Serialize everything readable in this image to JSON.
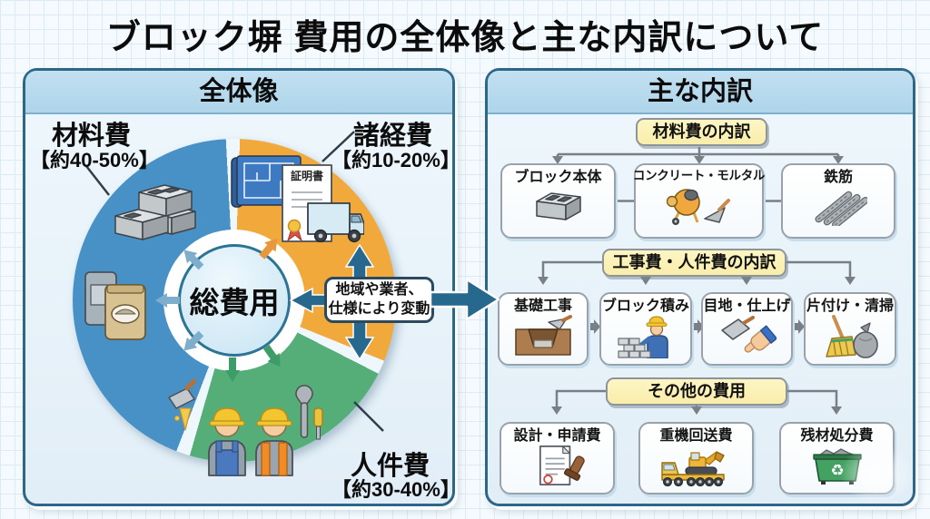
{
  "title": "ブロック塀 費用の全体像と主な内訳について",
  "overview": {
    "header": "全体像",
    "center_label": "総費用",
    "callout_line1": "地域や業者、",
    "callout_line2": "仕様により変動",
    "certificate_text": "証明書",
    "segments": [
      {
        "label": "材料費",
        "share": "【約40-50%】",
        "color": "#4791c6"
      },
      {
        "label": "諸経費",
        "share": "【約10-20%】",
        "color": "#f2a93b"
      },
      {
        "label": "人件費",
        "share": "【約30-40%】",
        "color": "#55ae77"
      }
    ]
  },
  "breakdown": {
    "header": "主な内訳",
    "groups": [
      {
        "title": "材料費の内訳",
        "items": [
          "ブロック本体",
          "コンクリート・モルタル",
          "鉄筋"
        ]
      },
      {
        "title": "工事費・人件費の内訳",
        "items": [
          "基礎工事",
          "ブロック積み",
          "目地・仕上げ",
          "片付け・清掃"
        ]
      },
      {
        "title": "その他の費用",
        "items": [
          "設計・申請費",
          "重機回送費",
          "残材処分費"
        ]
      }
    ]
  },
  "chart_data": {
    "type": "pie",
    "title": "総費用の構成（全体像）",
    "center_label": "総費用",
    "slices": [
      {
        "label": "材料費",
        "share_text": "約40-50%",
        "share_mid_pct": 45,
        "color": "#4791c6"
      },
      {
        "label": "諸経費",
        "share_text": "約10-20%",
        "share_mid_pct": 15,
        "color": "#f2a93b"
      },
      {
        "label": "人件費",
        "share_text": "約30-40%",
        "share_mid_pct": 35,
        "color": "#55ae77"
      }
    ],
    "note": "地域や業者、仕様により変動"
  },
  "colors": {
    "accent_arrow": "#26688e",
    "panel_border": "#2c6787",
    "panel_header_bg": "#b5d9ed",
    "pill_bg": "#fcf3b5",
    "connector_gray": "#797f85"
  }
}
